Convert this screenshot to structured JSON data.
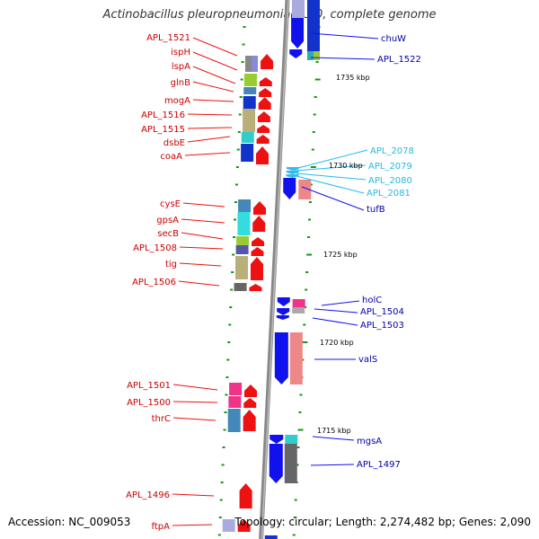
{
  "title": "Actinobacillus pleuropneumoniae L20, complete genome",
  "footer": {
    "accession": "Accession: NC_009053",
    "topology": "Topology: circular; Length: 2,274,482 bp; Genes: 2,090"
  },
  "colors": {
    "forward": "#ee1111",
    "reverse": "#1111ee",
    "reverse_light": "#22bbee",
    "forward_label": "#cc0000",
    "reverse_label": "#0000aa",
    "backbone": "#888888",
    "tick": "#119911"
  },
  "scale_labels": [
    "1735 kbp",
    "1730 kbp",
    "1725 kbp",
    "1720 kbp",
    "1715 kbp"
  ],
  "left_labels": [
    "APL_1521",
    "ispH",
    "lspA",
    "glnB",
    "mogA",
    "APL_1516",
    "APL_1515",
    "dsbE",
    "coaA",
    "cysE",
    "gpsA",
    "secB",
    "APL_1508",
    "tig",
    "APL_1506",
    "APL_1501",
    "APL_1500",
    "thrC",
    "APL_1496",
    "ftpA"
  ],
  "right_labels": [
    "chuW",
    "APL_1522",
    "APL_2078",
    "APL_2079",
    "APL_2080",
    "APL_2081",
    "tufB",
    "holC",
    "APL_1504",
    "APL_1503",
    "valS",
    "mgsA",
    "APL_1497"
  ]
}
